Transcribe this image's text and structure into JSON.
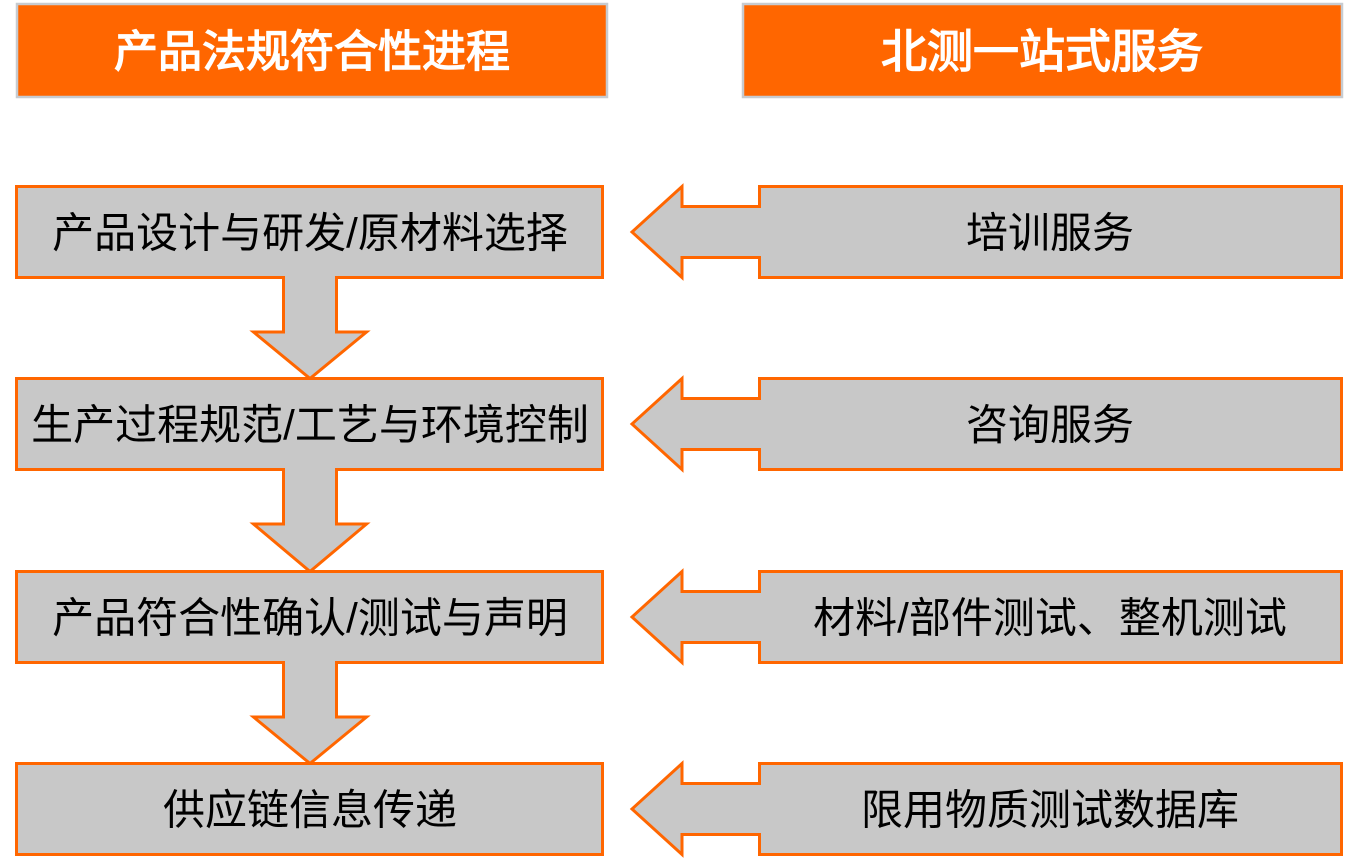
{
  "colors": {
    "accent-orange": "#FF6600",
    "box-gray": "#C8C8C8",
    "header-border-gray": "#C7CBD0",
    "text-dark": "#000000",
    "text-light": "#FFFFFF",
    "background": "#FFFFFF"
  },
  "headers": {
    "process_column": "产品法规符合性进程",
    "service_column": "北测一站式服务"
  },
  "process_steps": [
    {
      "label": "产品设计与研发/原材料选择"
    },
    {
      "label": "生产过程规范/工艺与环境控制"
    },
    {
      "label": "产品符合性确认/测试与声明"
    },
    {
      "label": "供应链信息传递"
    }
  ],
  "services": [
    {
      "label": "培训服务"
    },
    {
      "label": "咨询服务"
    },
    {
      "label": "材料/部件测试、整机测试"
    },
    {
      "label": "限用物质测试数据库"
    }
  ],
  "flow": {
    "step_arrow_direction": "down",
    "service_arrow_direction": "left"
  }
}
